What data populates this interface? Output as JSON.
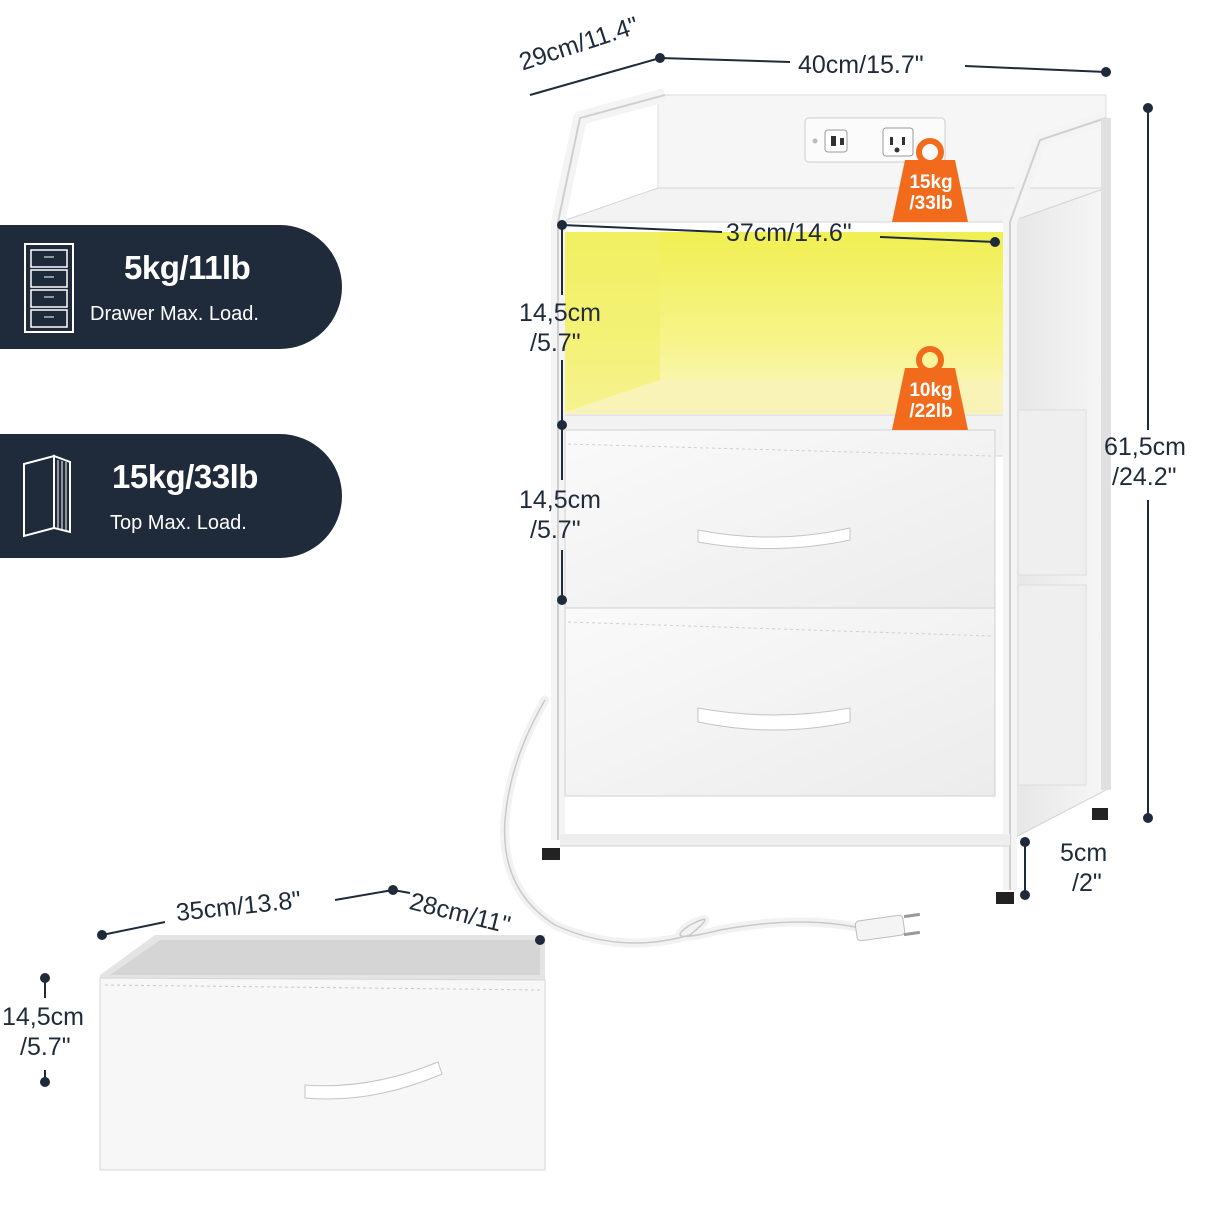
{
  "badges": [
    {
      "value": "5kg/11lb",
      "caption": "Drawer Max. Load.",
      "icon": "drawer-cabinet-icon"
    },
    {
      "value": "15kg/33lb",
      "caption": "Top Max. Load.",
      "icon": "book-icon"
    }
  ],
  "dimensions": {
    "depth": "29cm/11.4\"",
    "width": "40cm/15.7\"",
    "inner_width": "37cm/14.6\"",
    "shelf_height_1": "14,5cm",
    "shelf_height_1b": "/5.7\"",
    "shelf_height_2": "14,5cm",
    "shelf_height_2b": "/5.7\"",
    "total_height_1": "61,5cm",
    "total_height_2": "/24.2\"",
    "leg_height_1": "5cm",
    "leg_height_2": "/2\"",
    "drawer_width": "35cm/13.8\"",
    "drawer_depth": "28cm/11\"",
    "drawer_height_1": "14,5cm",
    "drawer_height_2": "/5.7\""
  },
  "weight_tags": [
    {
      "line1": "15kg",
      "line2": "/33lb"
    },
    {
      "line1": "10kg",
      "line2": "/22lb"
    }
  ],
  "colors": {
    "badge_bg": "#1f2a3a",
    "tag_orange": "#f26b1d",
    "led_yellow": "#f4f36a"
  }
}
